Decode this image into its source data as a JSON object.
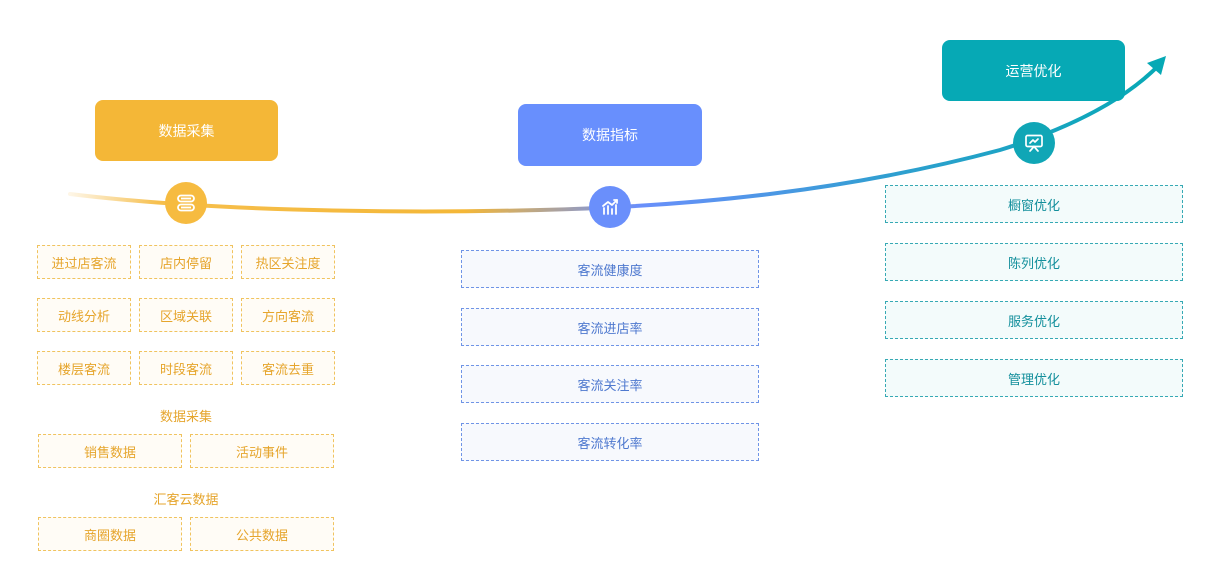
{
  "colors": {
    "yellow": "#f4b737",
    "blue": "#688ffd",
    "teal": "#06a9b5"
  },
  "stages": [
    {
      "label": "数据采集",
      "icon": "database-icon",
      "grid": [
        [
          "进过店客流",
          "店内停留",
          "热区关注度"
        ],
        [
          "动线分析",
          "区域关联",
          "方向客流"
        ],
        [
          "楼层客流",
          "时段客流",
          "客流去重"
        ]
      ],
      "groups": [
        {
          "heading": "数据采集",
          "items": [
            "销售数据",
            "活动事件"
          ]
        },
        {
          "heading": "汇客云数据",
          "items": [
            "商圈数据",
            "公共数据"
          ]
        }
      ]
    },
    {
      "label": "数据指标",
      "icon": "chart-growth-icon",
      "items": [
        "客流健康度",
        "客流进店率",
        "客流关注率",
        "客流转化率"
      ]
    },
    {
      "label": "运营优化",
      "icon": "presentation-icon",
      "items": [
        "橱窗优化",
        "陈列优化",
        "服务优化",
        "管理优化"
      ]
    }
  ]
}
